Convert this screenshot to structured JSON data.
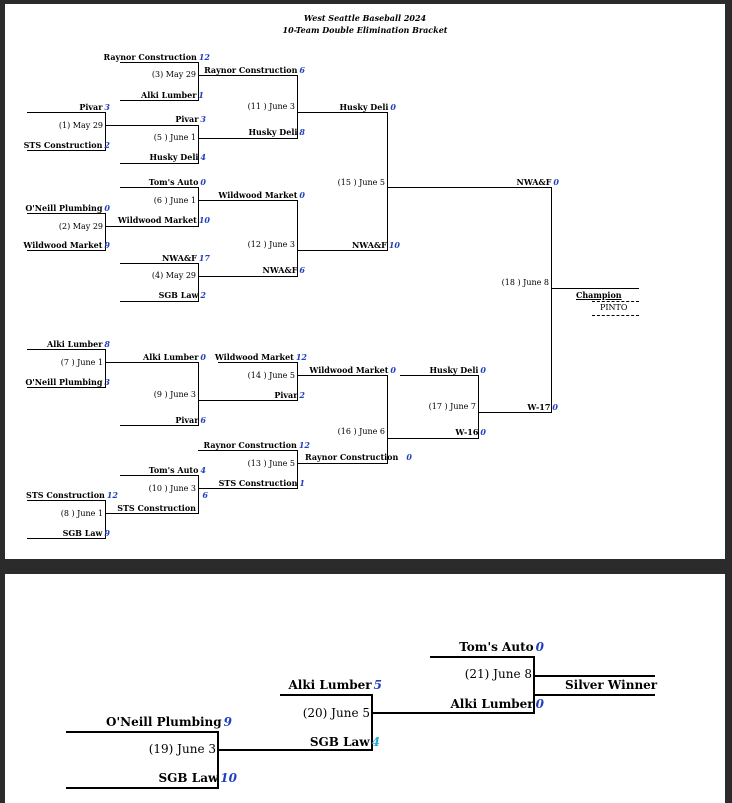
{
  "header": {
    "title": "West Seattle Baseball 2024",
    "subtitle": "10-Team Double Elimination Bracket"
  },
  "winners": {
    "g1": {
      "label": "(1) May 29",
      "top": {
        "team": "Pivar",
        "score": "3"
      },
      "bottom": {
        "team": "STS Construction",
        "score": "2"
      }
    },
    "g2": {
      "label": "(2) May 29",
      "top": {
        "team": "O'Neill Plumbing",
        "score": "0"
      },
      "bottom": {
        "team": "Wildwood Market",
        "score": "9"
      }
    },
    "g3": {
      "label": "(3) May 29",
      "top": {
        "team": "Raynor Construction",
        "score": "12"
      },
      "bottom": {
        "team": "Alki Lumber",
        "score": "1"
      }
    },
    "g4": {
      "label": "(4) May 29",
      "top": {
        "team": "NWA&F",
        "score": "17"
      },
      "bottom": {
        "team": "SGB Law",
        "score": "2"
      }
    },
    "g5": {
      "label": "(5 ) June 1",
      "top": {
        "team": "Pivar",
        "score": "3"
      },
      "bottom": {
        "team": "Husky Deli",
        "score": "4"
      }
    },
    "g6": {
      "label": "(6 ) June 1",
      "top": {
        "team": "Tom's Auto",
        "score": "0"
      },
      "bottom": {
        "team": "Wildwood Market",
        "score": "10"
      }
    },
    "g11": {
      "label": "(11 ) June 3",
      "top": {
        "team": "Raynor Construction",
        "score": "6"
      },
      "bottom": {
        "team": "Husky Deli",
        "score": "8"
      }
    },
    "g12": {
      "label": "(12 ) June 3",
      "top": {
        "team": "Wildwood Market",
        "score": "0"
      },
      "bottom": {
        "team": "NWA&F",
        "score": "6"
      }
    },
    "g15": {
      "label": "(15 ) June 5",
      "top": {
        "team": "Husky Deli",
        "score": "0"
      },
      "bottom": {
        "team": "NWA&F",
        "score": "10"
      }
    },
    "g18": {
      "label": "(18 ) June 8",
      "top": {
        "team": "NWA&F",
        "score": "0"
      },
      "bottom": {
        "team": "W-17",
        "score": "0"
      }
    },
    "champion": {
      "label": "Champion",
      "value": "PINTO"
    }
  },
  "losers": {
    "g7": {
      "label": "(7 ) June 1",
      "top": {
        "team": "Alki Lumber",
        "score": "8"
      },
      "bottom": {
        "team": "O'Neill Plumbing",
        "score": "3"
      }
    },
    "g8": {
      "label": "(8 ) June 1",
      "top": {
        "team": "STS Construction",
        "score": "12"
      },
      "bottom": {
        "team": "SGB Law",
        "score": "9"
      }
    },
    "g9": {
      "label": "(9 ) June 3",
      "top": {
        "team": "Alki Lumber",
        "score": "0"
      },
      "bottom": {
        "team": "Pivar",
        "score": "6"
      }
    },
    "g10": {
      "label": "(10 ) June 3",
      "top": {
        "team": "Tom's Auto",
        "score": "4"
      },
      "bottom": {
        "team": "STS Construction",
        "score": "6"
      }
    },
    "g13": {
      "label": "(13 ) June 5",
      "top": {
        "team": "Raynor Construction",
        "score": "12"
      },
      "bottom": {
        "team": "STS Construction",
        "score": "1"
      }
    },
    "g14": {
      "label": "(14 ) June 5",
      "top": {
        "team": "Wildwood Market",
        "score": "12"
      },
      "bottom": {
        "team": "Pivar",
        "score": "2"
      }
    },
    "g16": {
      "label": "(16 ) June 6",
      "top": {
        "team": "Wildwood Market",
        "score": "0"
      },
      "bottom": {
        "team": "Raynor Construction",
        "score": "0"
      }
    },
    "g17": {
      "label": "(17 ) June 7",
      "top": {
        "team": "Husky Deli",
        "score": "0"
      },
      "bottom": {
        "team": "W-16",
        "score": "0"
      }
    }
  },
  "silver": {
    "g19": {
      "label": "(19) June 3",
      "top": {
        "team": "O'Neill Plumbing",
        "score": "9"
      },
      "bottom": {
        "team": "SGB Law",
        "score": "10"
      }
    },
    "g20": {
      "label": "(20) June 5",
      "top": {
        "team": "Alki Lumber",
        "score": "5"
      },
      "bottom": {
        "team": "SGB Law",
        "score": "4"
      }
    },
    "g21": {
      "label": "(21) June 8",
      "top": {
        "team": "Tom's Auto",
        "score": "0"
      },
      "bottom": {
        "team": "Alki Lumber",
        "score": "0"
      }
    },
    "winner_label": "Silver Winner"
  },
  "colors": {
    "score": "#1f3fbf",
    "score_light": "#2aa9d6",
    "page": "#ffffff",
    "backdrop": "#2b2b2b"
  }
}
